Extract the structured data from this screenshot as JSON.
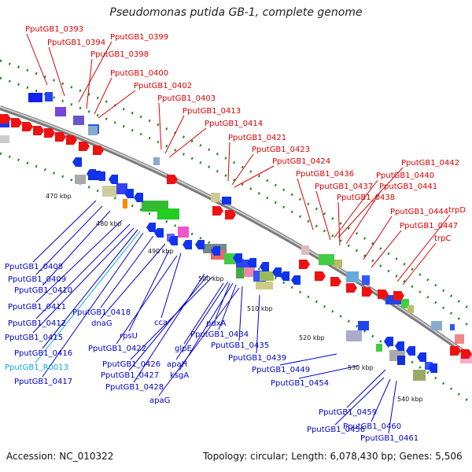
{
  "title": "Pseudomonas putida GB-1, complete genome",
  "footer": {
    "accession": "Accession: NC_010322",
    "summary": "Topology: circular; Length: 6,078,430 bp; Genes: 5,506"
  },
  "colors": {
    "forward_label": "#dd0000",
    "reverse_label": "#0000cc",
    "rna_label": "#11aadd",
    "backbone": "#888888",
    "tick": "#228822"
  },
  "kbp_ticks": [
    "470 kbp",
    "480 kbp",
    "490 kbp",
    "500 kbp",
    "510 kbp",
    "520 kbp",
    "530 kbp",
    "540 kbp"
  ],
  "top_labels": [
    "PputGB1_0393",
    "PputGB1_0394",
    "PputGB1_0399",
    "PputGB1_0398",
    "PputGB1_0400",
    "PputGB1_0402",
    "PputGB1_0403",
    "PputGB1_0413",
    "PputGB1_0414",
    "PputGB1_0421",
    "PputGB1_0423",
    "PputGB1_0424",
    "PputGB1_0436",
    "PputGB1_0442",
    "PputGB1_0440",
    "PputGB1_0437",
    "PputGB1_0441",
    "PputGB1_0438",
    "trpD",
    "PputGB1_0444",
    "PputGB1_0447",
    "trpC"
  ],
  "bottom_labels": [
    "PputGB1_0408",
    "PputGB1_0409",
    "PputGB1_0410",
    "PputGB1_0411",
    "PputGB1_0412",
    "PputGB1_0415",
    "PputGB1_0416",
    "PputGB1_R0013",
    "PputGB1_0417",
    "PputGB1_0418",
    "dnaG",
    "cca",
    "rpsU",
    "PputGB1_0422",
    "pdxA",
    "PputGB1_0434",
    "PputGB1_0435",
    "glpE",
    "PputGB1_0426",
    "apaH",
    "PputGB1_0427",
    "ksgA",
    "PputGB1_0428",
    "apaG",
    "PputGB1_0439",
    "PputGB1_0449",
    "PputGB1_0454",
    "PputGB1_0459",
    "PputGB1_0456",
    "PputGB1_0460",
    "PputGB1_0461"
  ]
}
